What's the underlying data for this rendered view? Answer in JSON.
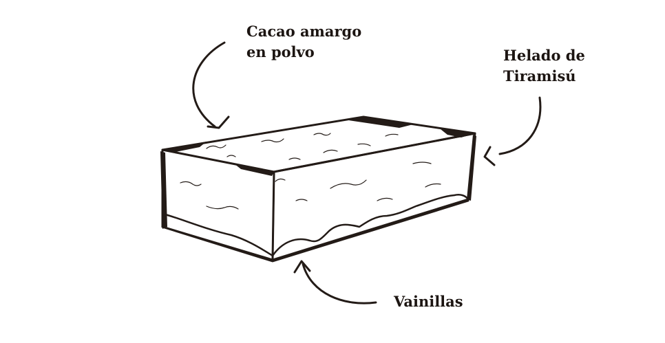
{
  "labels": {
    "cacao": [
      "Cacao amargo",
      "en polvo"
    ],
    "helado": [
      "Helado de",
      "Tiramisú"
    ],
    "vainillas": [
      "Vainillas"
    ]
  },
  "colors": {
    "ink": "#231b17",
    "text": "#1c1512",
    "background": "#ffffff"
  }
}
